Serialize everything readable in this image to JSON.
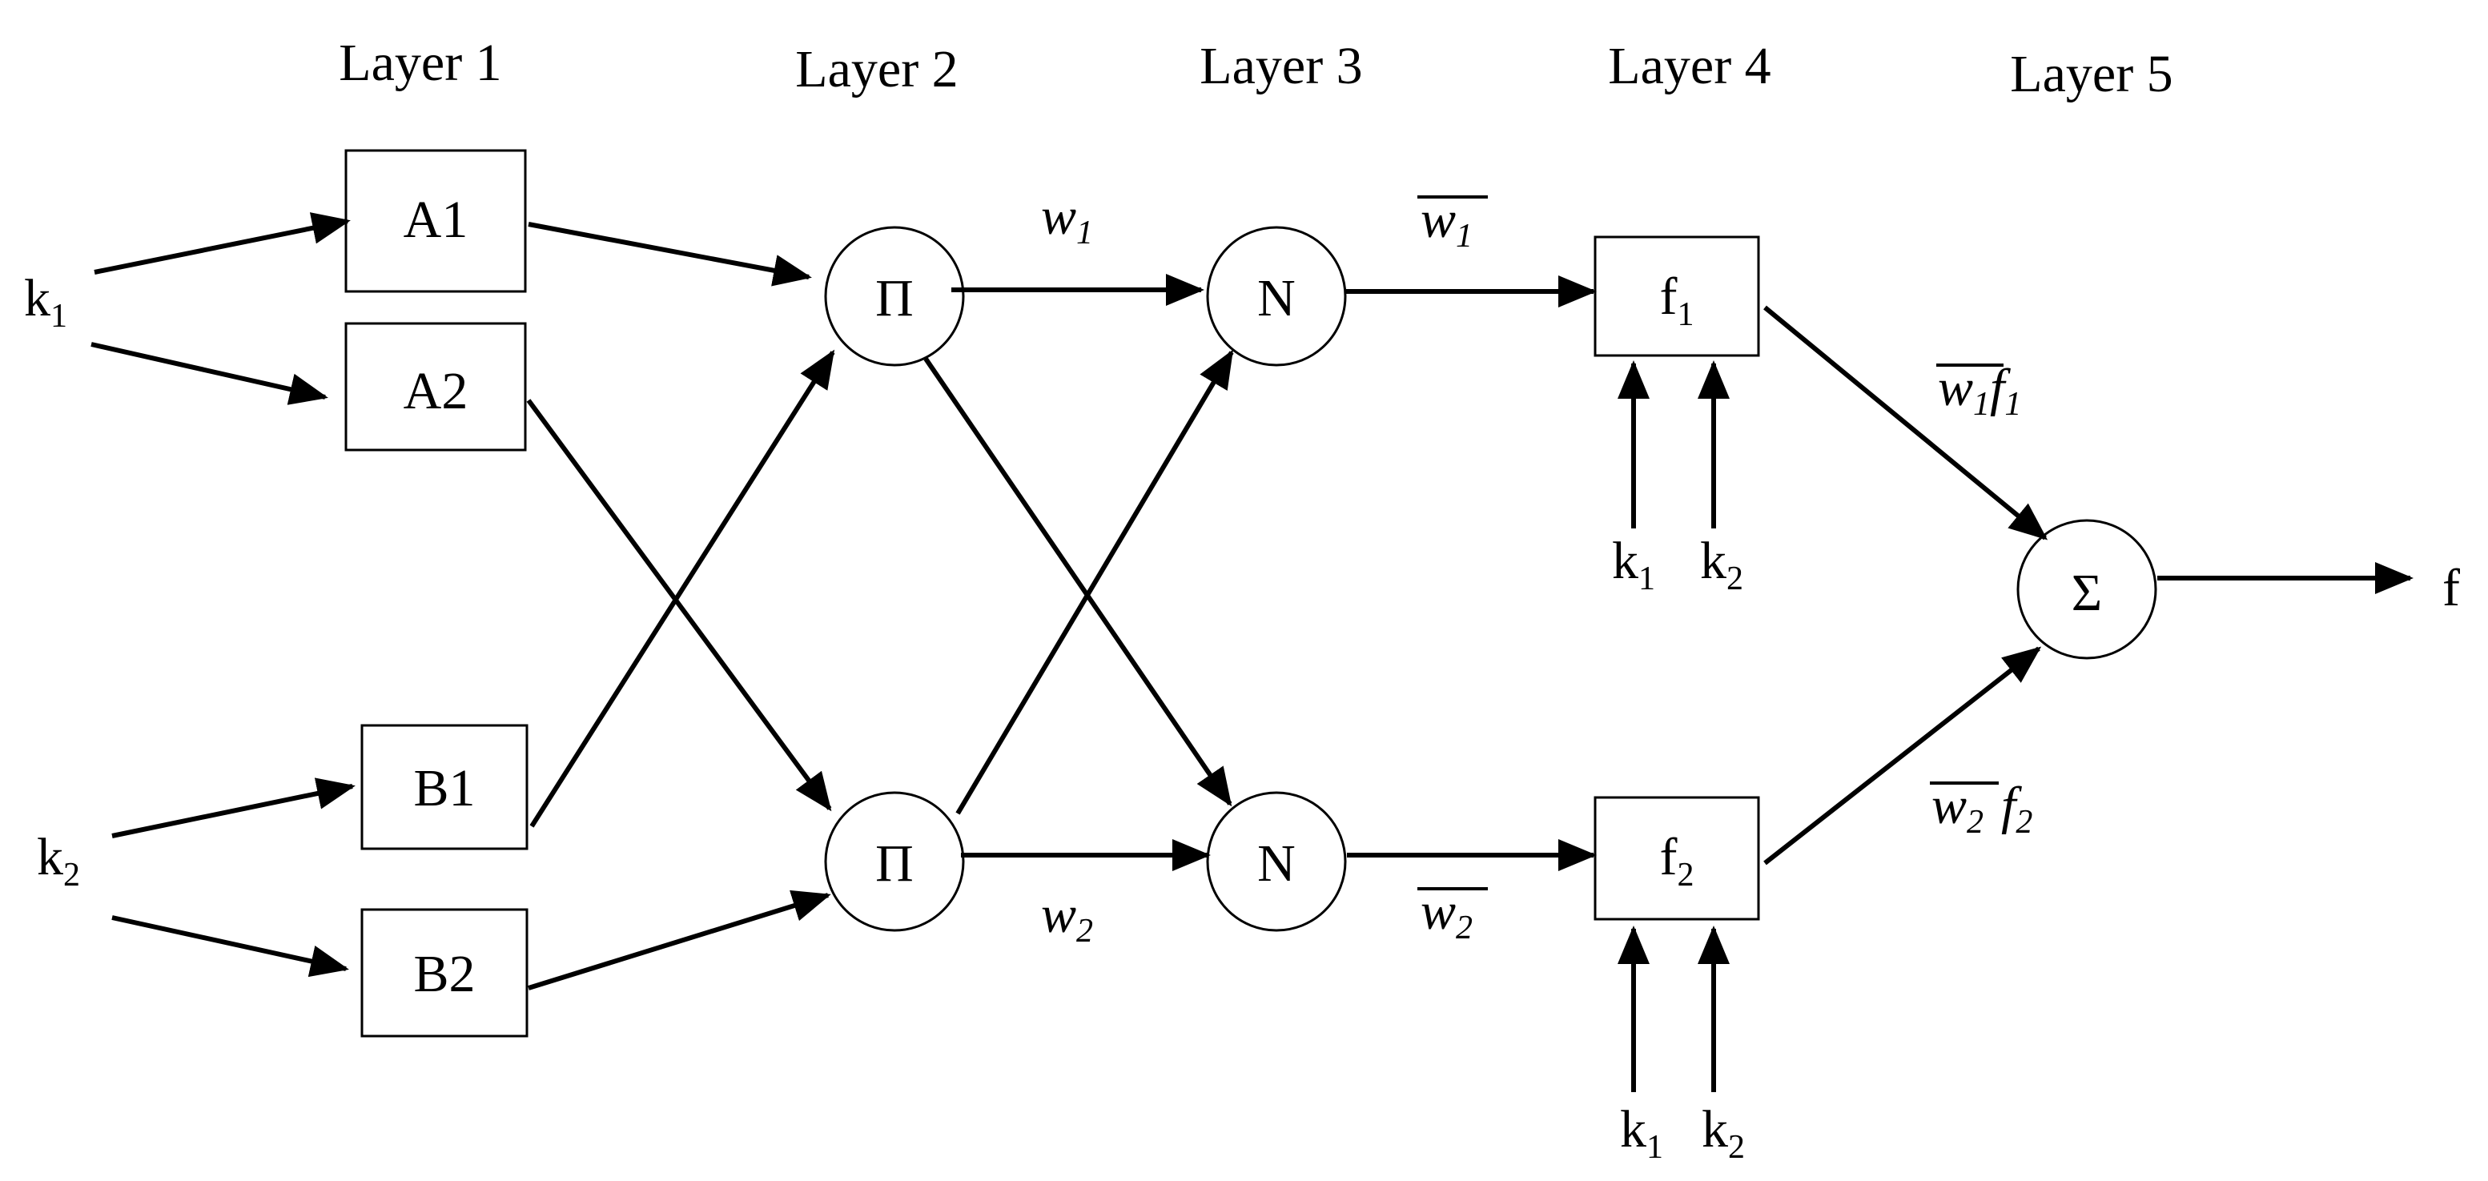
{
  "layers": [
    "Layer 1",
    "Layer 2",
    "Layer 3",
    "Layer 4",
    "Layer 5"
  ],
  "inputs": {
    "k1": {
      "base": "k",
      "sub": "1"
    },
    "k2": {
      "base": "k",
      "sub": "2"
    }
  },
  "layer1_nodes": [
    "A1",
    "A2",
    "B1",
    "B2"
  ],
  "layer2_nodes": [
    "Π",
    "Π"
  ],
  "layer3_nodes": [
    "N",
    "N"
  ],
  "layer4_nodes": [
    {
      "base": "f",
      "sub": "1"
    },
    {
      "base": "f",
      "sub": "2"
    }
  ],
  "layer4_inputs": [
    {
      "base": "k",
      "sub": "1"
    },
    {
      "base": "k",
      "sub": "2"
    }
  ],
  "layer5_node": "Σ",
  "output": "f",
  "edge_labels": {
    "w1": {
      "base": "w",
      "sub": "1"
    },
    "w2": {
      "base": "w",
      "sub": "2"
    },
    "w1bar": {
      "base": "w",
      "sub": "1"
    },
    "w2bar": {
      "base": "w",
      "sub": "2"
    },
    "w1f1": {
      "base": "w",
      "sub": "1",
      "fbase": "f",
      "fsub": "1"
    },
    "w2f2": {
      "base": "w",
      "sub": "2",
      "fbase": "f",
      "fsub": "2"
    }
  }
}
